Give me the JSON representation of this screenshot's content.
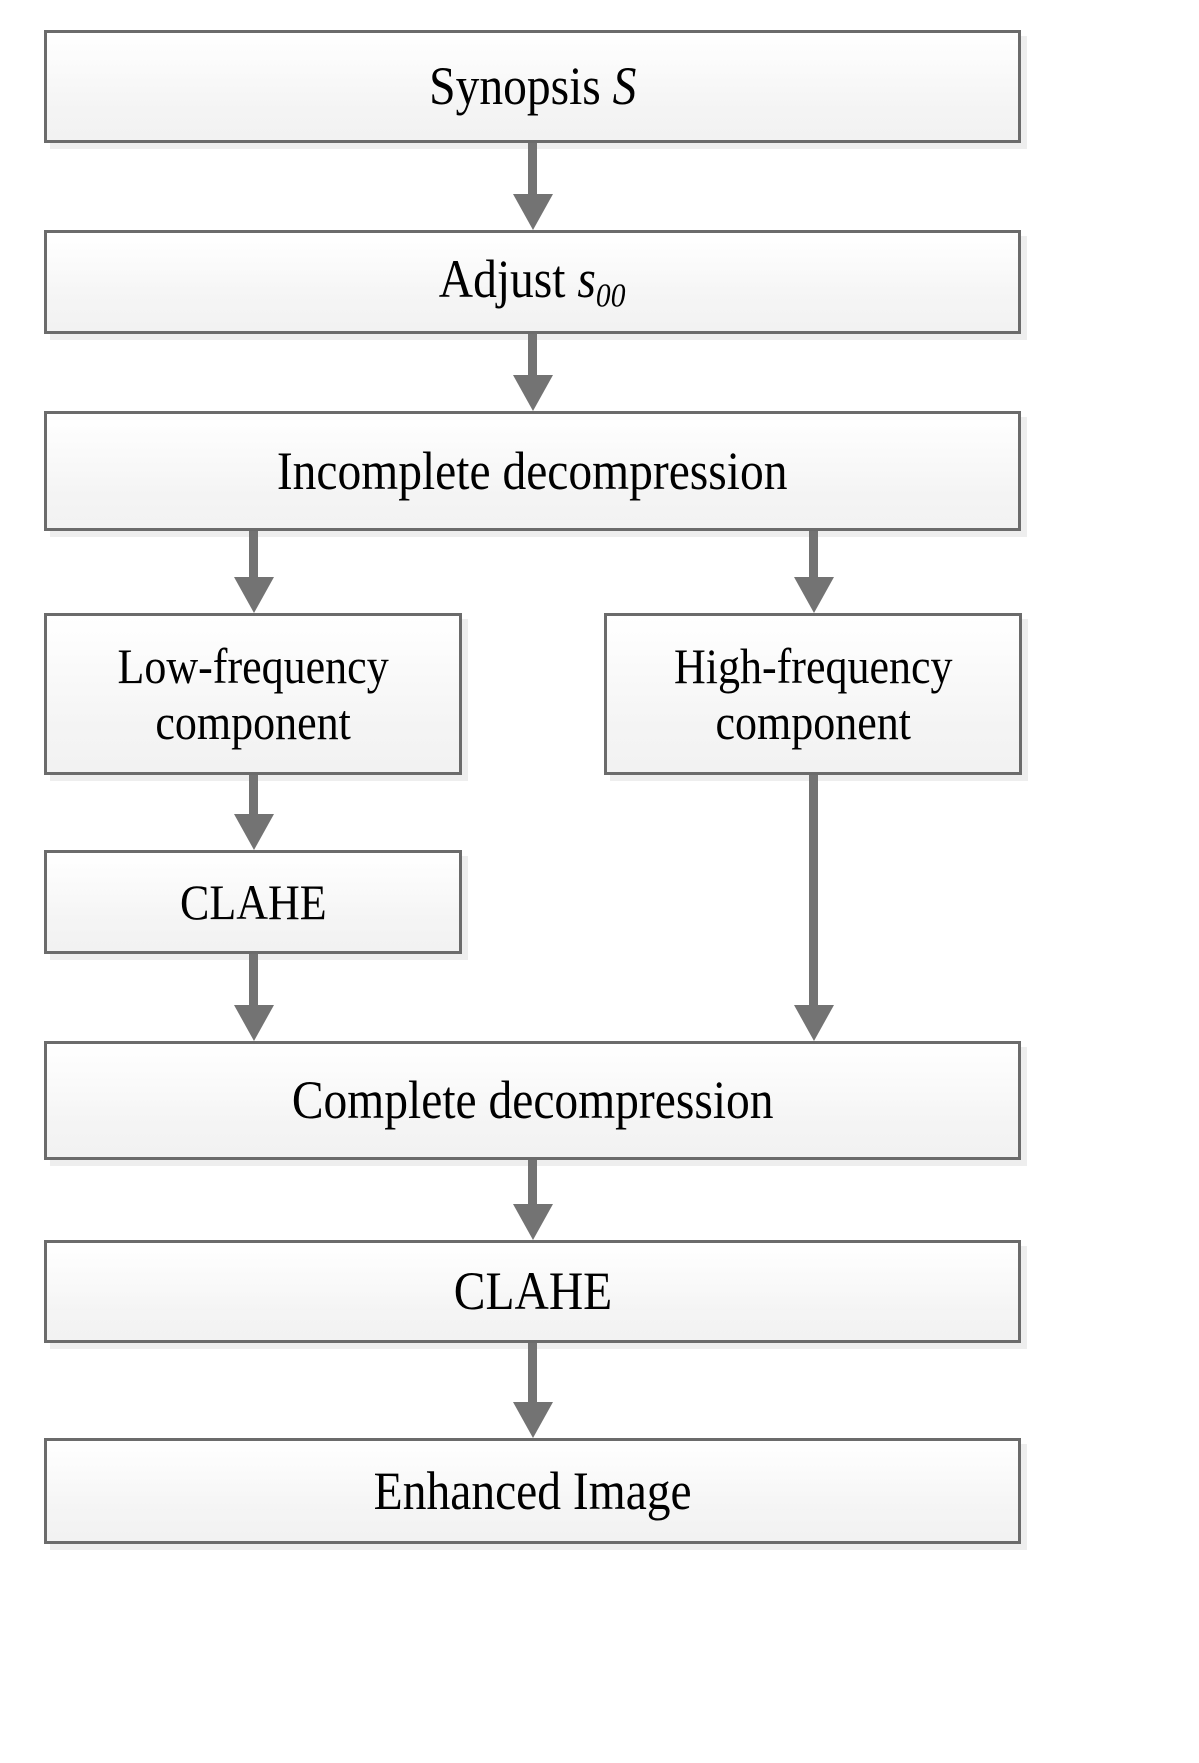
{
  "diagram": {
    "type": "flowchart",
    "title": "Image enhancement pipeline flowchart",
    "orientation": "top-to-bottom",
    "colors": {
      "box_border": "#6b6b6b",
      "box_fill_top": "#ffffff",
      "box_fill_bottom": "#f2f2f2",
      "arrow": "#737373",
      "text": "#000000",
      "shadow": "#cccccc",
      "background": "#ffffff"
    },
    "nodes": [
      {
        "id": "synopsis",
        "label": "Synopsis",
        "math_suffix": "S",
        "full_text": "Synopsis S"
      },
      {
        "id": "adjust",
        "label": "Adjust",
        "math_suffix": "s",
        "subscript": "00",
        "full_text": "Adjust s00"
      },
      {
        "id": "incomplete",
        "label": "Incomplete decompression",
        "full_text": "Incomplete decompression"
      },
      {
        "id": "lowfreq",
        "label": "Low-frequency\ncomponent",
        "full_text": "Low-frequency component"
      },
      {
        "id": "highfreq",
        "label": "High-frequency\ncomponent",
        "full_text": "High-frequency component"
      },
      {
        "id": "clahe_low",
        "label": "CLAHE",
        "full_text": "CLAHE"
      },
      {
        "id": "complete",
        "label": "Complete decompression",
        "full_text": "Complete decompression"
      },
      {
        "id": "clahe_main",
        "label": "CLAHE",
        "full_text": "CLAHE"
      },
      {
        "id": "enhanced",
        "label": "Enhanced Image",
        "full_text": "Enhanced Image"
      }
    ],
    "edges": [
      {
        "id": "e1",
        "from": "synopsis",
        "to": "adjust"
      },
      {
        "id": "e2",
        "from": "adjust",
        "to": "incomplete"
      },
      {
        "id": "e3",
        "from": "incomplete",
        "to": "lowfreq"
      },
      {
        "id": "e4",
        "from": "incomplete",
        "to": "highfreq"
      },
      {
        "id": "e5",
        "from": "lowfreq",
        "to": "clahe_low"
      },
      {
        "id": "e6",
        "from": "clahe_low",
        "to": "complete"
      },
      {
        "id": "e7",
        "from": "highfreq",
        "to": "complete"
      },
      {
        "id": "e8",
        "from": "complete",
        "to": "clahe_main"
      },
      {
        "id": "e9",
        "from": "clahe_main",
        "to": "enhanced"
      }
    ]
  }
}
